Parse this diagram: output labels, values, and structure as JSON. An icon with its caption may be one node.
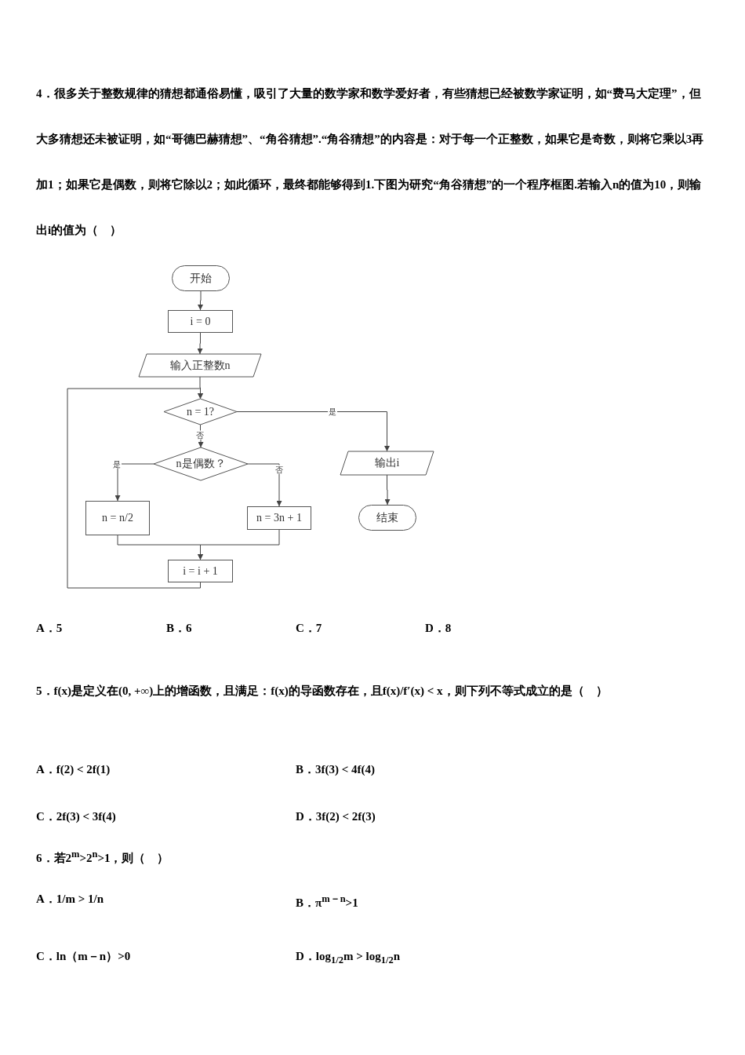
{
  "diagram": {
    "nodes": [
      {
        "text": [
          "开始"
        ]
      },
      {
        "text": [
          "i = 0"
        ]
      },
      {
        "text": [
          "输入正整数n"
        ]
      },
      {
        "text": [
          "n = 1?"
        ]
      },
      {
        "text": [
          "n是偶数？"
        ]
      },
      {
        "text": [
          "n = n/2"
        ]
      },
      {
        "text": [
          "n = 3n + 1"
        ]
      },
      {
        "text": [
          "i = i + 1"
        ]
      },
      {
        "text": [
          "输出i"
        ]
      },
      {
        "text": [
          "结束"
        ]
      }
    ],
    "edges": [
      {
        "from": 0,
        "to": 1,
        "arrow": "to"
      },
      {
        "from": 1,
        "to": 2,
        "arrow": "to"
      },
      {
        "from": 2,
        "to": 3,
        "arrow": "to"
      },
      {
        "from": 3,
        "to": 8,
        "arrow": "to",
        "label": "是"
      },
      {
        "from": 3,
        "to": 4,
        "arrow": "to",
        "label": "否"
      },
      {
        "from": 4,
        "to": 5,
        "arrow": "to",
        "label": "是"
      },
      {
        "from": 4,
        "to": 6,
        "arrow": "to",
        "label": "否"
      },
      {
        "from": 5,
        "to": 7,
        "arrow": "to"
      },
      {
        "from": 6,
        "to": 7,
        "arrow": "to"
      },
      {
        "from": 7,
        "to": 3,
        "arrow": "to"
      },
      {
        "from": 8,
        "to": 9,
        "arrow": "to"
      }
    ],
    "labels": [
      "4．很多关于整数规律的猜想都通俗易懂，吸引了大量的数学家和数学爱好者，有些猜想已经被数学家证明，如“费马大定理”，但大多猜想还未被证明，如“哥德巴赫猜想”、“角谷猜想”.“角谷猜想”的内容是：对于每一个正整数，如果它是奇数，则将它乘以3再加1；如果它是偶数，则将它除以2；如此循环，最终都能够得到1.下图为研究“角谷猜想”的一个程序框图.若输入n的值为10，则输出i的值为（　）",
      "A．5",
      "B．6",
      "C．7",
      "D．8",
      "5．f(x)是定义在(0, +∞)上的增函数，且满足：f(x)的导函数存在，且f(x)/f′(x) < x，则下列不等式成立的是（　）",
      "A．f(2) < 2f(1)",
      "B．3f(3) < 4f(4)",
      "C．2f(3) < 3f(4)",
      "D．3f(2) < 2f(3)",
      "6．若2$^{m}$>2$^{n}$>1，则（　）",
      "A．1/m > 1/n",
      "B．π$^{m－n}$>1",
      "C．ln（m－n）>0",
      "D．log$_{1/2}$m > log$_{1/2}$n"
    ]
  }
}
